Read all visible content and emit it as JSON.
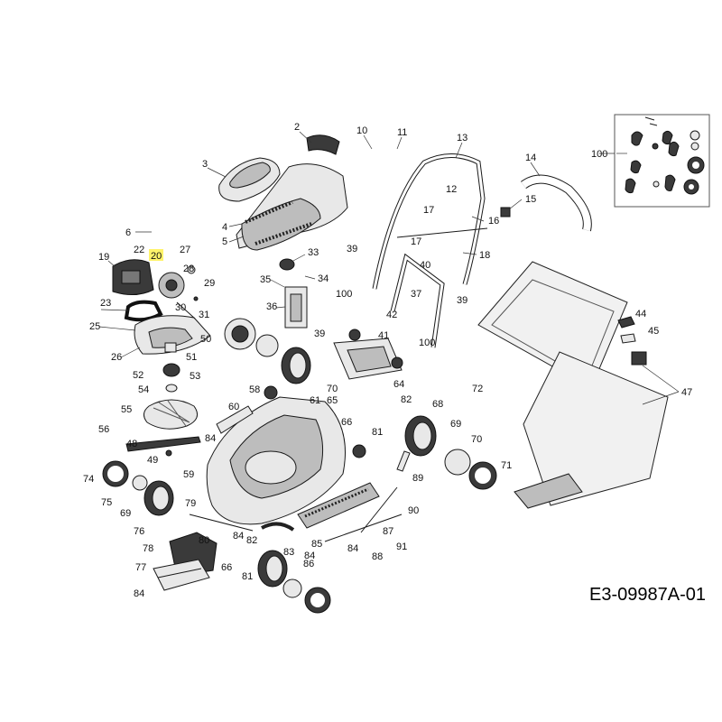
{
  "document_id": "E3-09987A-01",
  "highlighted_label": "20",
  "colors": {
    "highlight": "#fff36a",
    "ink": "#111111",
    "part_fill": "#e8e8e8"
  },
  "labels": {
    "l2": "2",
    "l3": "3",
    "l4": "4",
    "l5": "5",
    "l6": "6",
    "l10": "10",
    "l11": "11",
    "l12": "12",
    "l13": "13",
    "l14": "14",
    "l15": "15",
    "l16": "16",
    "l17a": "17",
    "l17b": "17",
    "l18": "18",
    "l19": "19",
    "l20": "20",
    "l22": "22",
    "l23": "23",
    "l25": "25",
    "l26": "26",
    "l27": "27",
    "l28": "28",
    "l29": "29",
    "l30": "30",
    "l31": "31",
    "l33": "33",
    "l34": "34",
    "l35": "35",
    "l36": "36",
    "l37": "37",
    "l39a": "39",
    "l39b": "39",
    "l39c": "39",
    "l40": "40",
    "l41": "41",
    "l42": "42",
    "l44": "44",
    "l45": "45",
    "l47": "47",
    "l48": "48",
    "l49": "49",
    "l50": "50",
    "l51": "51",
    "l52": "52",
    "l53": "53",
    "l54": "54",
    "l55": "55",
    "l56": "56",
    "l58": "58",
    "l59": "59",
    "l60": "60",
    "l61": "61",
    "l64": "64",
    "l65": "65",
    "l66a": "66",
    "l66b": "66",
    "l68": "68",
    "l69a": "69",
    "l69b": "69",
    "l70a": "70",
    "l70b": "70",
    "l71": "71",
    "l72": "72",
    "l74": "74",
    "l75": "75",
    "l76": "76",
    "l77": "77",
    "l78": "78",
    "l79": "79",
    "l80": "80",
    "l81a": "81",
    "l81b": "81",
    "l82a": "82",
    "l82b": "82",
    "l83": "83",
    "l84a": "84",
    "l84b": "84",
    "l84c": "84",
    "l84d": "84",
    "l84e": "84",
    "l85": "85",
    "l86": "86",
    "l87": "87",
    "l88": "88",
    "l89": "89",
    "l90": "90",
    "l91": "91",
    "l100a": "100",
    "l100b": "100",
    "l100c": "100"
  }
}
